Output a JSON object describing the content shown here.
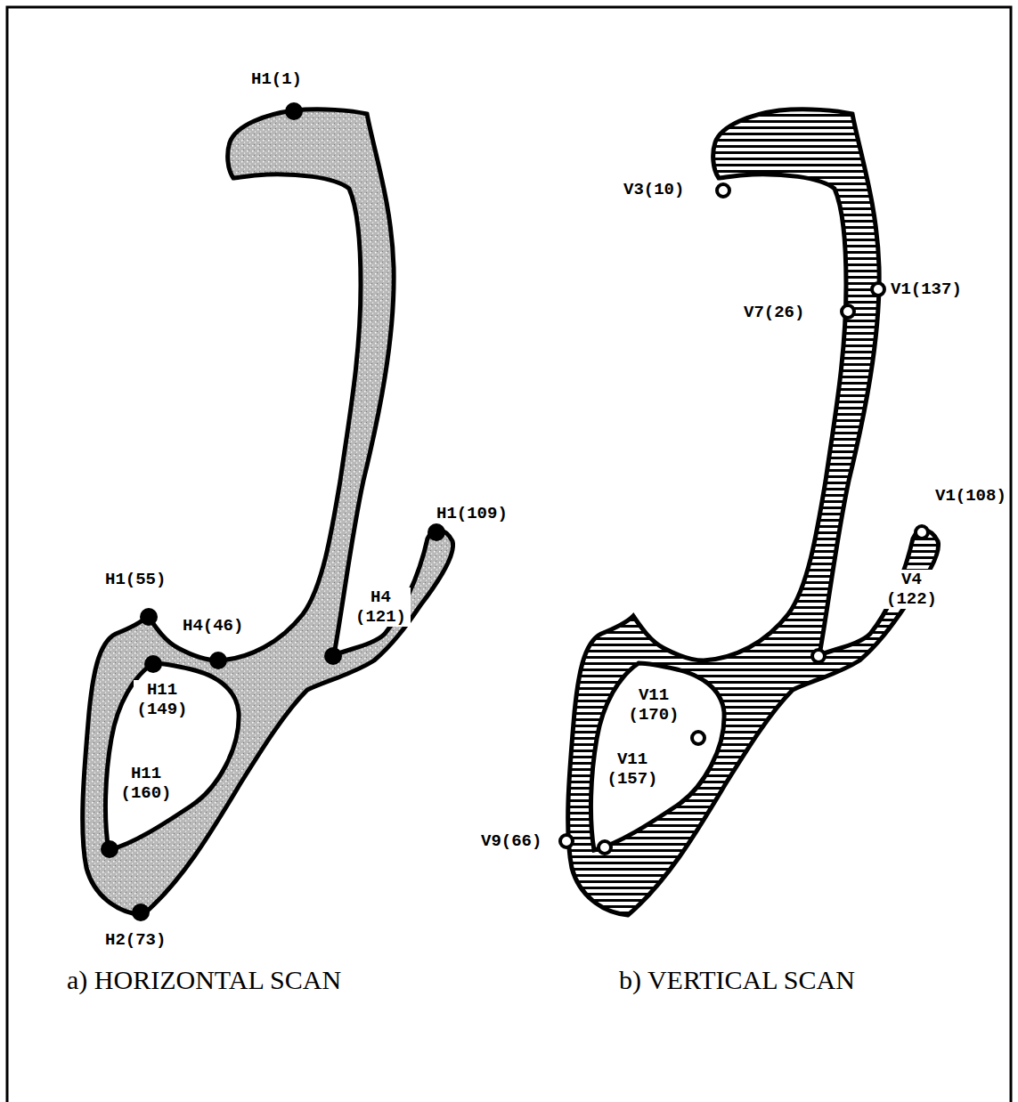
{
  "diagram": {
    "labels": [
      "H1(1)",
      "H1(109)",
      "H1(55)",
      "H4(46)",
      "H4 (121)",
      "H11 (149)",
      "H11 (160)",
      "H2(73)",
      "V3(10)",
      "V1(137)",
      "V7(26)",
      "V1(108)",
      "V4 (122)",
      "V11 (170)",
      "V11 (157)",
      "V9(66)",
      "a) HORIZONTAL SCAN",
      "b) VERTICAL SCAN"
    ]
  }
}
